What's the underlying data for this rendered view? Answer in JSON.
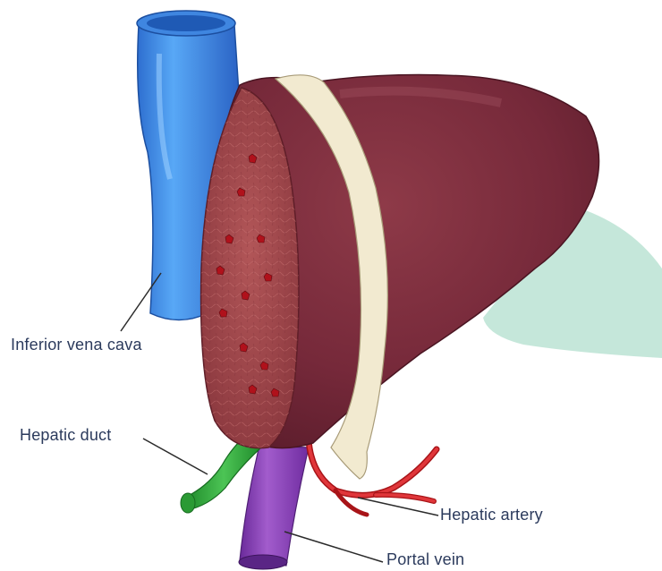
{
  "labels": {
    "inferior_vena_cava": "Inferior vena cava",
    "hepatic_duct": "Hepatic duct",
    "hepatic_artery": "Hepatic artery",
    "portal_vein": "Portal vein"
  },
  "colors": {
    "vena_cava": "#3d8fe8",
    "liver": "#7a2e3c",
    "cut_surface": "#a34a4d",
    "ligament": "#f2ead0",
    "hepatic_duct": "#2fa53a",
    "hepatic_artery": "#d4252a",
    "portal_vein": "#8a3fb8",
    "background_shape": "#bfe4d6",
    "label_text": "#2b3a5c"
  }
}
